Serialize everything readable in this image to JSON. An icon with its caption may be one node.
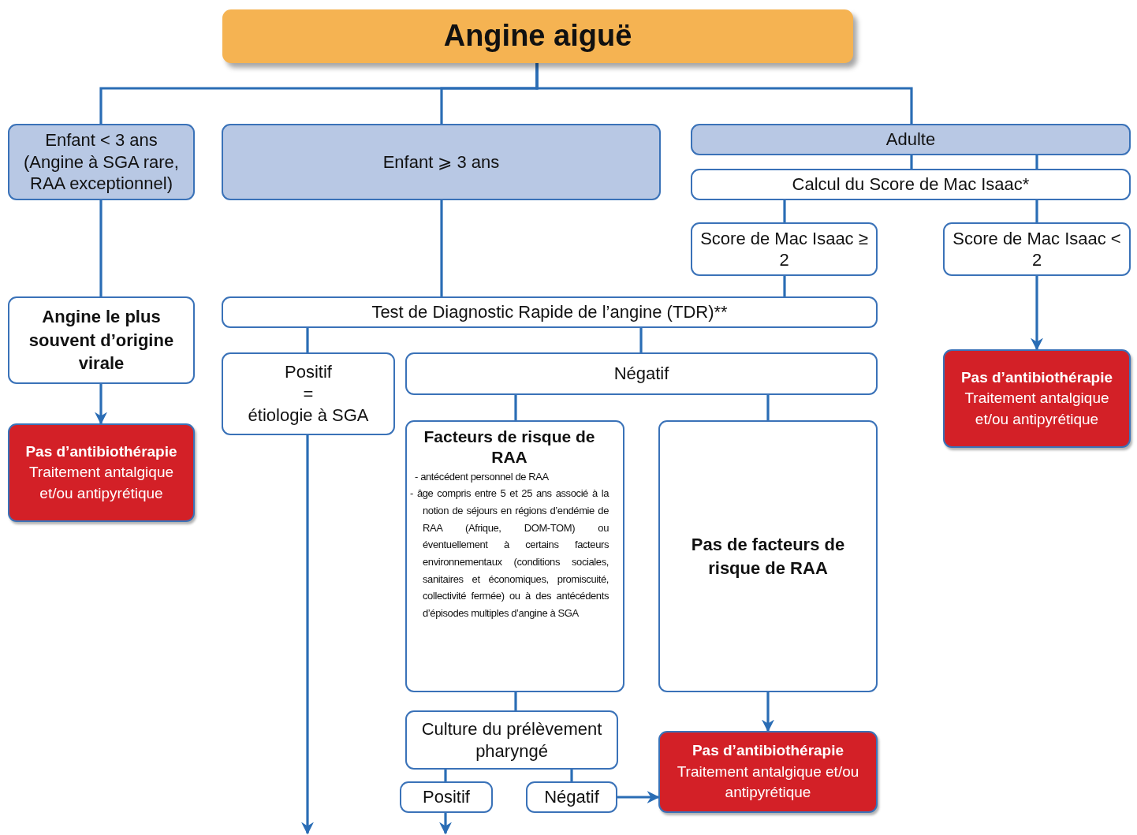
{
  "diagram": {
    "nodes": [
      {
        "text": [
          "Angine aiguë"
        ]
      },
      {
        "text": [
          "Enfant < 3 ans",
          "(Angine à SGA rare, RAA exceptionnel)"
        ]
      },
      {
        "text": [
          "Enfant ⩾ 3 ans"
        ]
      },
      {
        "text": [
          "Adulte"
        ]
      },
      {
        "text": [
          "Calcul du Score de Mac Isaac*"
        ]
      },
      {
        "text": [
          "Score de Mac Isaac ≥ 2"
        ]
      },
      {
        "text": [
          "Score de Mac Isaac < 2"
        ]
      },
      {
        "text": [
          "Angine le plus souvent d’origine virale"
        ]
      },
      {
        "text": [
          "Test de Diagnostic Rapide de l’angine (TDR)**"
        ]
      },
      {
        "text": [
          "Pas d’antibiothérapie",
          "Traitement antalgique et/ou antipyrétique"
        ]
      },
      {
        "text": [
          "Positif",
          "=",
          "étiologie à SGA"
        ]
      },
      {
        "text": [
          "Négatif"
        ]
      },
      {
        "text": [
          "Pas d’antibiothérapie",
          "Traitement antalgique et/ou antipyrétique"
        ]
      },
      {
        "text": [
          "Facteurs de risque de RAA",
          "- antécédent personnel de RAA",
          "- âge compris entre 5 et 25 ans associé à la notion de séjours en régions d’endémie de RAA (Afrique, DOM-TOM) ou éventuellement à certains facteurs environnementaux (conditions sociales, sanitaires et économiques, promiscuité, collectivité fermée) ou à des antécédents d’épisodes multiples d’angine à SGA"
        ]
      },
      {
        "text": [
          "Pas de facteurs de risque de RAA"
        ]
      },
      {
        "text": [
          "Culture du prélèvement pharyngé"
        ]
      },
      {
        "text": [
          "Positif"
        ]
      },
      {
        "text": [
          "Négatif"
        ]
      },
      {
        "text": [
          "Pas d’antibiothérapie",
          "Traitement antalgique et/ou antipyrétique"
        ]
      }
    ],
    "edges": [
      {
        "from": 0,
        "to": 1,
        "arrow": "none"
      },
      {
        "from": 0,
        "to": 2,
        "arrow": "none"
      },
      {
        "from": 0,
        "to": 3,
        "arrow": "none"
      },
      {
        "from": 1,
        "to": 7,
        "arrow": "none"
      },
      {
        "from": 7,
        "to": 9,
        "arrow": "to"
      },
      {
        "from": 2,
        "to": 8,
        "arrow": "none"
      },
      {
        "from": 3,
        "to": 4,
        "arrow": "none"
      },
      {
        "from": 3,
        "to": 4,
        "arrow": "none"
      },
      {
        "from": 4,
        "to": 5,
        "arrow": "none"
      },
      {
        "from": 4,
        "to": 6,
        "arrow": "none"
      },
      {
        "from": 5,
        "to": 8,
        "arrow": "none"
      },
      {
        "from": 6,
        "to": 12,
        "arrow": "to"
      },
      {
        "from": 8,
        "to": 10,
        "arrow": "none"
      },
      {
        "from": 8,
        "to": 11,
        "arrow": "none"
      },
      {
        "from": 10,
        "to": null,
        "arrow": "to"
      },
      {
        "from": 11,
        "to": 13,
        "arrow": "none"
      },
      {
        "from": 11,
        "to": 14,
        "arrow": "none"
      },
      {
        "from": 13,
        "to": 15,
        "arrow": "none"
      },
      {
        "from": 15,
        "to": 16,
        "arrow": "none"
      },
      {
        "from": 15,
        "to": 17,
        "arrow": "none"
      },
      {
        "from": 16,
        "to": null,
        "arrow": "to"
      },
      {
        "from": 17,
        "to": 18,
        "arrow": "to"
      },
      {
        "from": 14,
        "to": 18,
        "arrow": "to"
      }
    ]
  }
}
